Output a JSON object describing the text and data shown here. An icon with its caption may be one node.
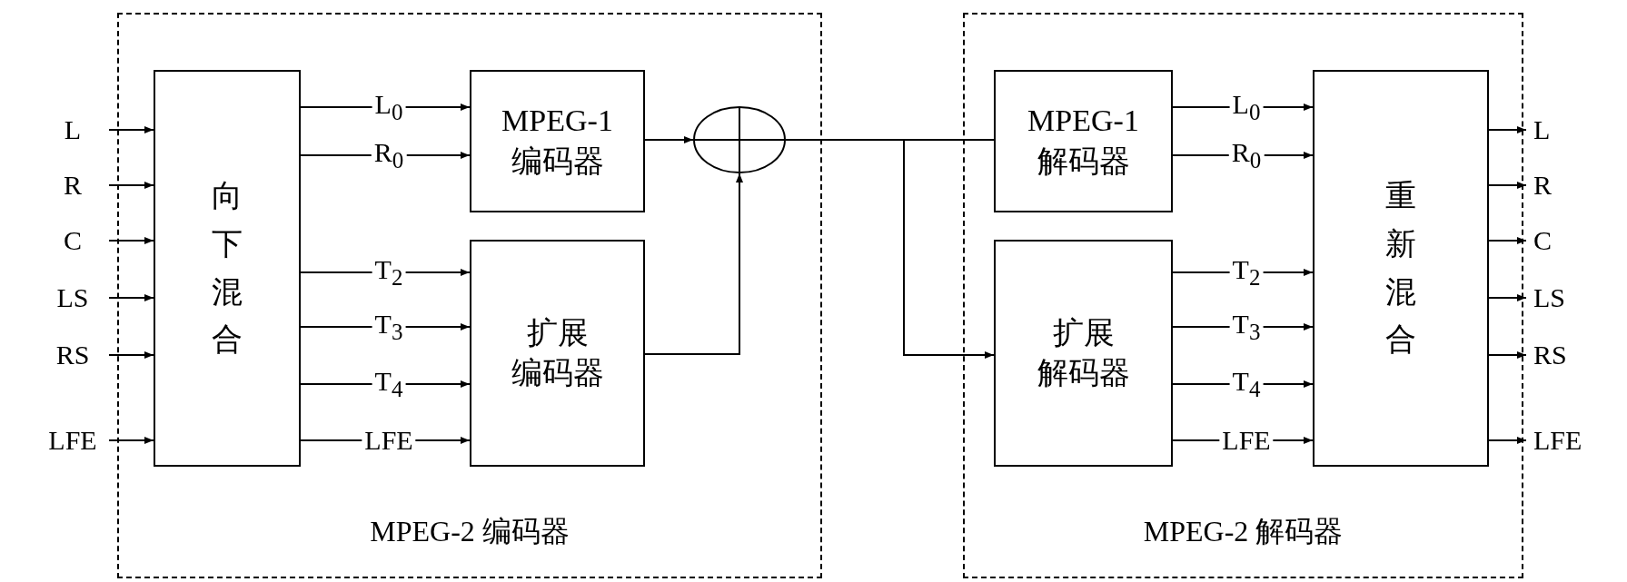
{
  "diagram": {
    "nodes": [
      {
        "text": [
          "MPEG-2 编码器"
        ]
      },
      {
        "text": [
          "MPEG-2 解码器"
        ]
      },
      {
        "text": [
          "向下混合"
        ],
        "in": 0
      },
      {
        "text": [
          "MPEG-1编码器"
        ],
        "in": 0
      },
      {
        "text": [
          "扩展",
          "编码器"
        ],
        "in": 0
      },
      {
        "text": [],
        "shape": "circle",
        "in": 0
      },
      {
        "text": [
          "MPEG-1解码器"
        ],
        "in": 1
      },
      {
        "text": [
          "扩展",
          "解码器"
        ],
        "in": 1
      },
      {
        "text": [
          "重新混合"
        ],
        "in": 1
      },
      {
        "text": [
          "L"
        ]
      },
      {
        "text": [
          "R"
        ]
      },
      {
        "text": [
          "C"
        ]
      },
      {
        "text": [
          "LS"
        ]
      },
      {
        "text": [
          "RS"
        ]
      },
      {
        "text": [
          "LFE"
        ]
      },
      {
        "text": [
          "L"
        ]
      },
      {
        "text": [
          "R"
        ]
      },
      {
        "text": [
          "C"
        ]
      },
      {
        "text": [
          "LS"
        ]
      },
      {
        "text": [
          "RS"
        ]
      },
      {
        "text": [
          "LFE"
        ]
      }
    ],
    "edges": [
      {
        "from": 9,
        "to": 2,
        "arrow": "to"
      },
      {
        "from": 10,
        "to": 2,
        "arrow": "to"
      },
      {
        "from": 11,
        "to": 2,
        "arrow": "to"
      },
      {
        "from": 12,
        "to": 2,
        "arrow": "to"
      },
      {
        "from": 13,
        "to": 2,
        "arrow": "to"
      },
      {
        "from": 14,
        "to": 2,
        "arrow": "to"
      },
      {
        "from": 2,
        "to": 3,
        "arrow": "to",
        "label": "L$_{0}$"
      },
      {
        "from": 2,
        "to": 3,
        "arrow": "to",
        "label": "R$_{0}$"
      },
      {
        "from": 2,
        "to": 4,
        "arrow": "to",
        "label": "T$_{2}$"
      },
      {
        "from": 2,
        "to": 4,
        "arrow": "to",
        "label": "T$_{3}$"
      },
      {
        "from": 2,
        "to": 4,
        "arrow": "to",
        "label": "T$_{4}$"
      },
      {
        "from": 2,
        "to": 4,
        "arrow": "to",
        "label": "LFE"
      },
      {
        "from": 3,
        "to": 5,
        "arrow": "to"
      },
      {
        "from": 4,
        "to": 5,
        "arrow": "to"
      },
      {
        "from": 5,
        "to": 6,
        "arrow": "none"
      },
      {
        "from": 5,
        "to": 7,
        "arrow": "to"
      },
      {
        "from": 6,
        "to": 8,
        "arrow": "to",
        "label": "L$_{0}$"
      },
      {
        "from": 6,
        "to": 8,
        "arrow": "to",
        "label": "R$_{0}$"
      },
      {
        "from": 7,
        "to": 8,
        "arrow": "to",
        "label": "T$_{2}$"
      },
      {
        "from": 7,
        "to": 8,
        "arrow": "to",
        "label": "T$_{3}$"
      },
      {
        "from": 7,
        "to": 8,
        "arrow": "to",
        "label": "T$_{4}$"
      },
      {
        "from": 7,
        "to": 8,
        "arrow": "to",
        "label": "LFE"
      },
      {
        "from": 8,
        "to": 15,
        "arrow": "to"
      },
      {
        "from": 8,
        "to": 16,
        "arrow": "to"
      },
      {
        "from": 8,
        "to": 17,
        "arrow": "to"
      },
      {
        "from": 8,
        "to": 18,
        "arrow": "to"
      },
      {
        "from": 8,
        "to": 19,
        "arrow": "to"
      },
      {
        "from": 8,
        "to": 20,
        "arrow": "to"
      }
    ]
  }
}
